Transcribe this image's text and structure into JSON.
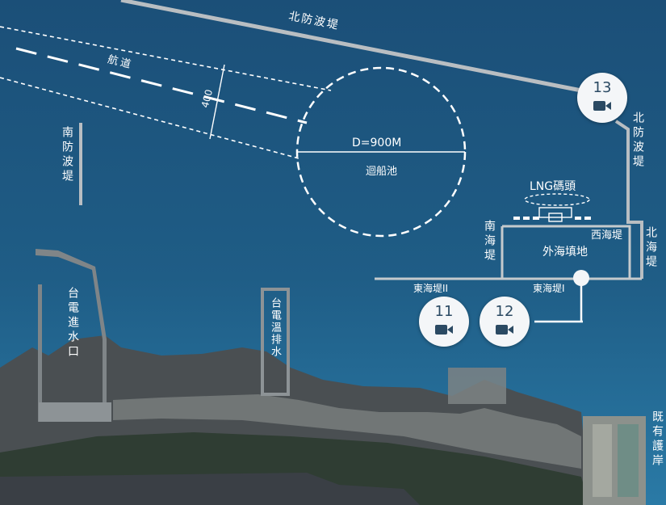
{
  "labels": {
    "north_breakwater_top": "北防波堤",
    "channel": "航道",
    "channel_width": "400",
    "south_breakwater": "南防波堤",
    "turning_basin_diameter": "D=900M",
    "turning_basin": "迴船池",
    "lng_terminal": "LNG碼頭",
    "south_seawall": "南海堤",
    "west_seawall": "西海堤",
    "north_breakwater_right": "北防波堤",
    "north_seawall": "北海堤",
    "offshore_reclamation": "外海填地",
    "east_seawall_2": "東海堤II",
    "east_seawall_1": "東海堤I",
    "taipower_intake": "台電進水口",
    "taipower_outlet": "台電溫排水",
    "existing_revetment": "既有護岸"
  },
  "cameras": [
    {
      "id": "cam-13",
      "number": "13"
    },
    {
      "id": "cam-11",
      "number": "11"
    },
    {
      "id": "cam-12",
      "number": "12"
    }
  ],
  "colors": {
    "sea": "#1f5a82",
    "land": "#4a5258",
    "line": "#ffffff",
    "camera_bg": "#f4f6f8",
    "camera_fg": "#2b4a63"
  },
  "icons": {
    "camera": "video-camera-icon"
  }
}
